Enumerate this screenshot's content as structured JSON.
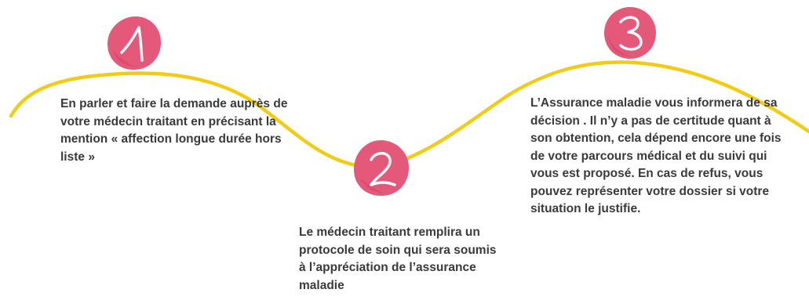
{
  "colors": {
    "wave": "#f2cc14",
    "badge": "#e4597a",
    "badge_dark": "#d24468",
    "numeral": "#ffffff",
    "text": "#3a3a3a"
  },
  "steps": [
    {
      "number": "1",
      "icon": "brush-circle-numeral-1",
      "text": "En parler et faire la demande auprès de votre médecin traitant en précisant la mention « affection longue durée hors liste »"
    },
    {
      "number": "2",
      "icon": "brush-circle-numeral-2",
      "text": "Le médecin traitant remplira un protocole de soin qui sera soumis à l’appréciation de l’assurance maladie"
    },
    {
      "number": "3",
      "icon": "brush-circle-numeral-3",
      "text": "L’Assurance maladie vous informera de sa décision . Il n’y a pas de certitude quant à son obtention, cela dépend encore une fois de votre parcours médical et du suivi qui vous est proposé. En cas de refus, vous pouvez représenter votre dossier si votre situation le justifie."
    }
  ]
}
